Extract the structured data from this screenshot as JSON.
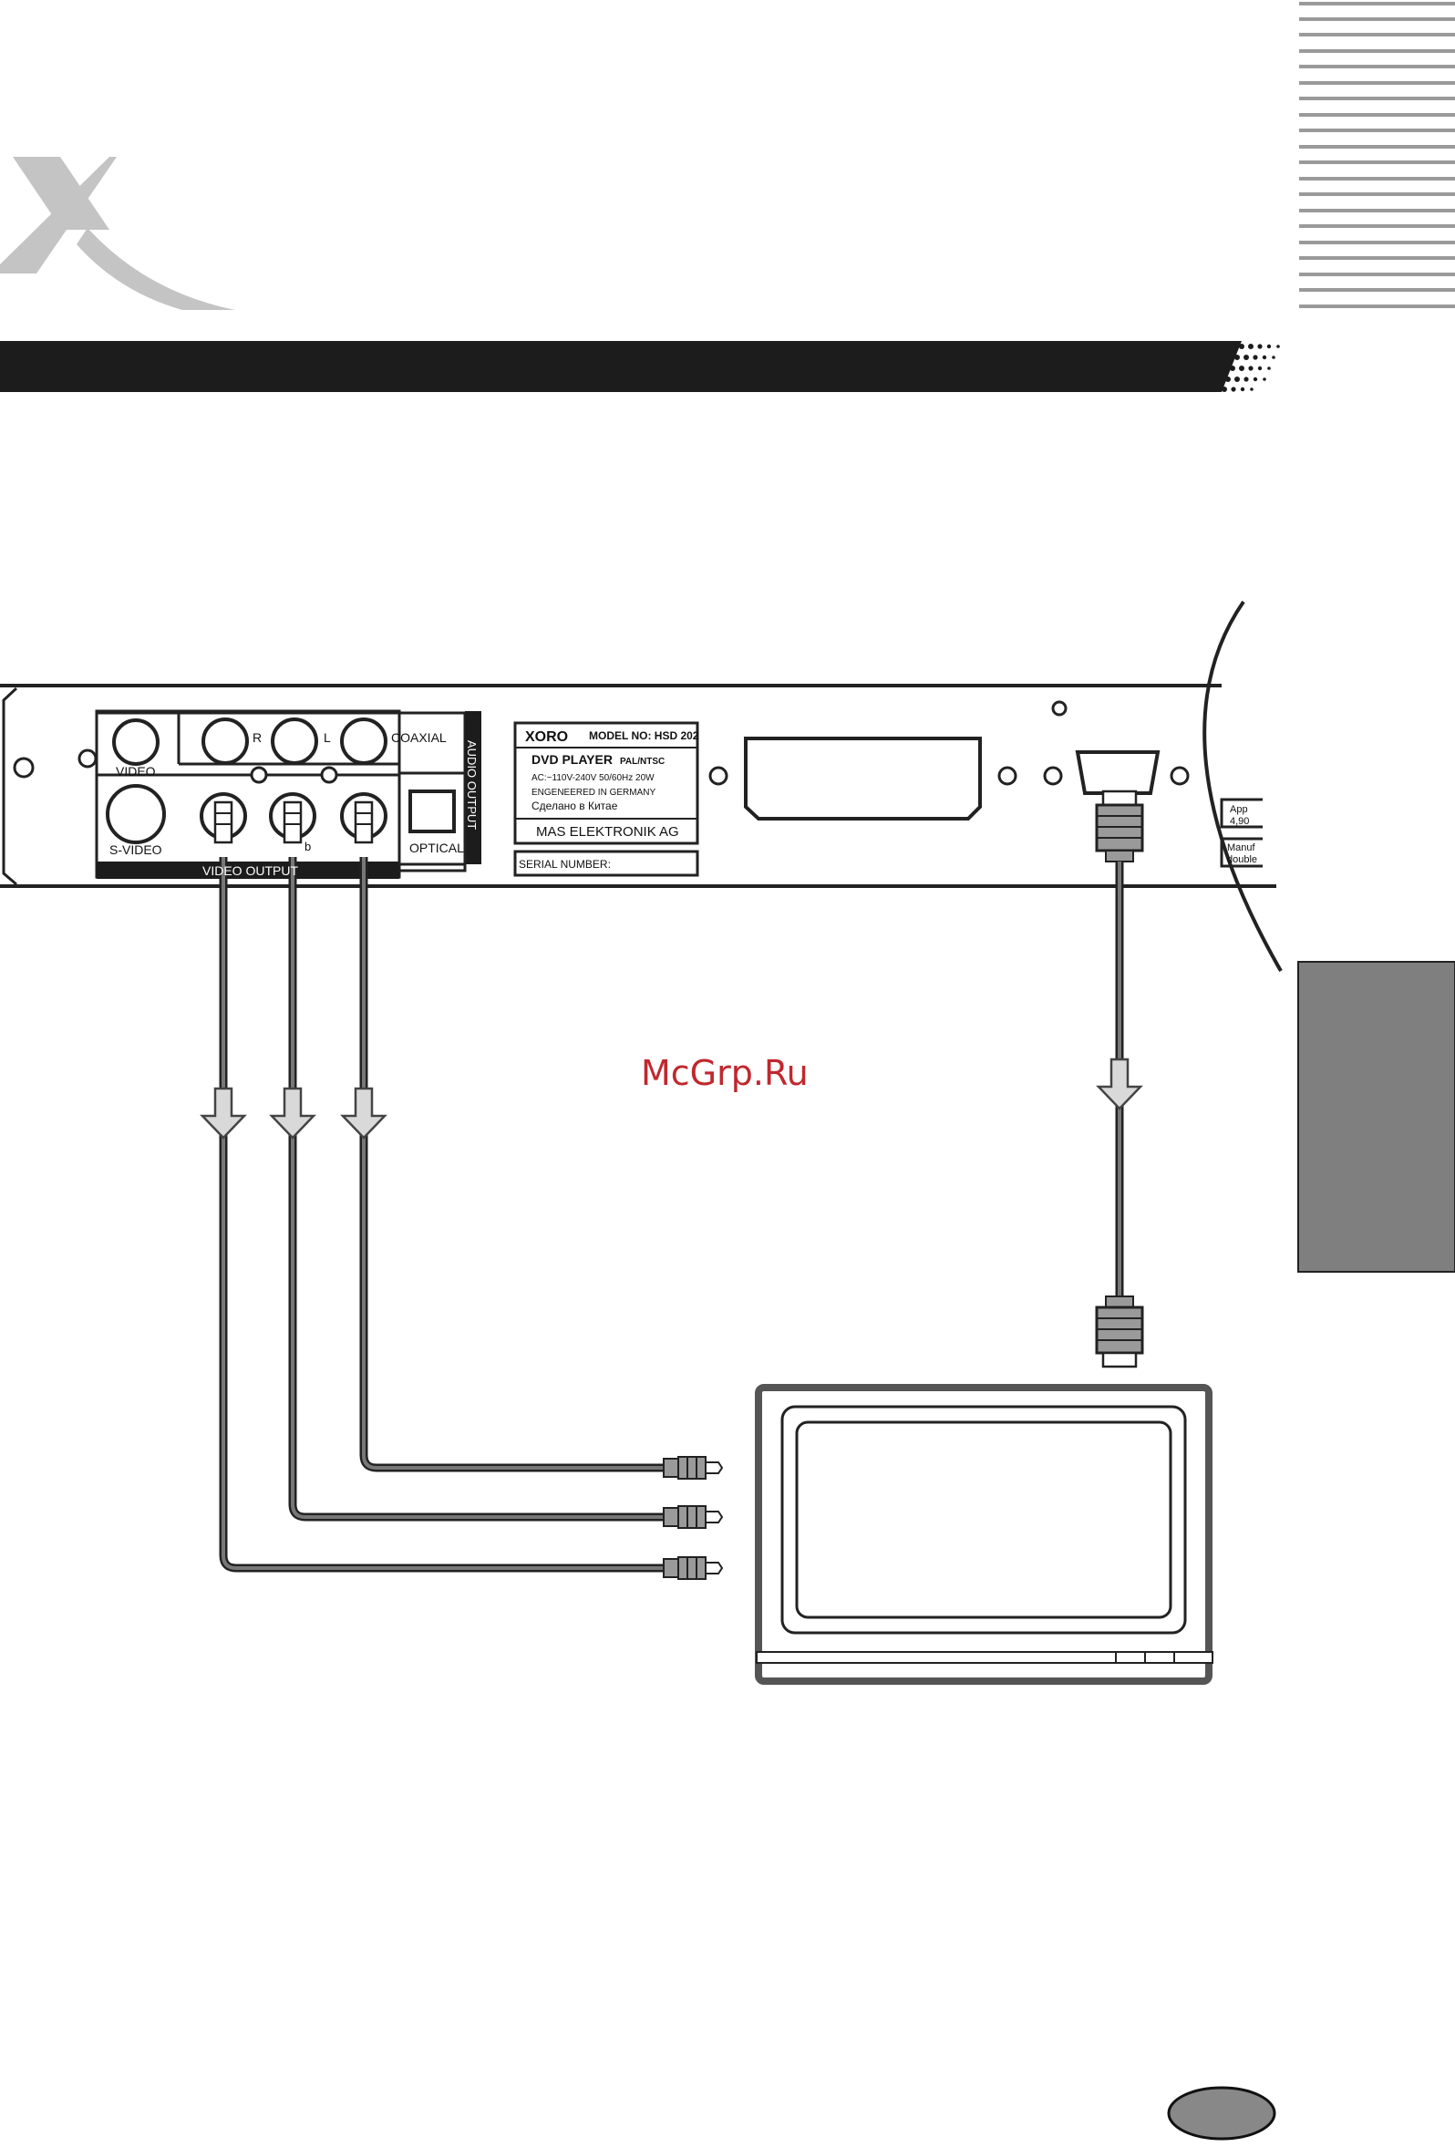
{
  "watermark": "McGrp.Ru",
  "colors": {
    "header_band": "#1c1c1c",
    "side_tab": "#7f7f7f",
    "page_badge": "#888888",
    "cable": "#555555",
    "arrow_fill": "#d9d9d9",
    "watermark": "#c0282e"
  },
  "icons": {
    "brand_mark": "x-logo-icon",
    "arrows": "arrow-down-icon",
    "connectors": "rca-plug-icon",
    "monitor_input": "vga-plug-icon"
  },
  "player": {
    "video_out": {
      "video": "VIDEO",
      "svideo": "S-VIDEO",
      "group": "VIDEO OUTPUT",
      "pb": "b"
    },
    "audio_out": {
      "r": "R",
      "l": "L",
      "coaxial": "COAXIAL",
      "optical": "OPTICAL",
      "group": "AUDIO OUTPUT"
    },
    "label": {
      "brand": "XORO",
      "model": "MODEL NO: HSD 202",
      "type": "DVD PLAYER",
      "system": "PAL/NTSC",
      "power": "AC:~110V-240V 50/60Hz 20W",
      "origin1": "ENGENEERED IN GERMANY",
      "origin2": "Сделано в Китае",
      "company": "MAS ELEKTRONIK AG"
    },
    "serial": "SERIAL NUMBER:",
    "cut_off": {
      "line1a": "App",
      "line1b": "4,90",
      "line2a": "Manuf",
      "line2b": "double"
    }
  }
}
